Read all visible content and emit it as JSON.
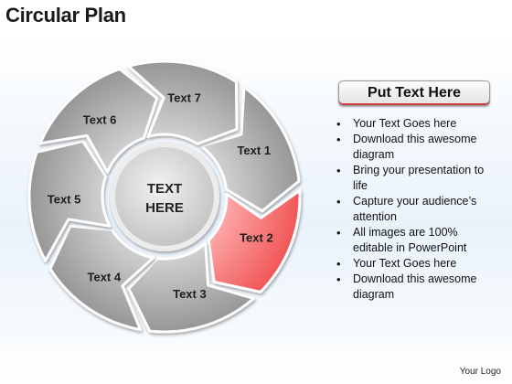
{
  "slide": {
    "title": "Circular Plan",
    "logo_text": "Your Logo"
  },
  "diagram": {
    "center_lines": [
      "TEXT",
      "HERE"
    ],
    "segments": [
      {
        "label": "Text 1",
        "highlight": false
      },
      {
        "label": "Text 2",
        "highlight": true
      },
      {
        "label": "Text 3",
        "highlight": false
      },
      {
        "label": "Text 4",
        "highlight": false
      },
      {
        "label": "Text 5",
        "highlight": false
      },
      {
        "label": "Text 6",
        "highlight": false
      },
      {
        "label": "Text 7",
        "highlight": false
      }
    ],
    "colors": {
      "segment_fill": "#a9a9a9",
      "segment_highlight": "#f26161",
      "segment_stroke": "#ffffff",
      "center_fill": "#d2d2d2"
    }
  },
  "panel": {
    "header": "Put Text Here",
    "bullets": [
      "Your Text Goes here",
      "Download this awesome diagram",
      "Bring your presentation to life",
      "Capture your audience’s attention",
      "All images are 100% editable in PowerPoint",
      "Your Text Goes here",
      "Download this awesome diagram"
    ]
  }
}
